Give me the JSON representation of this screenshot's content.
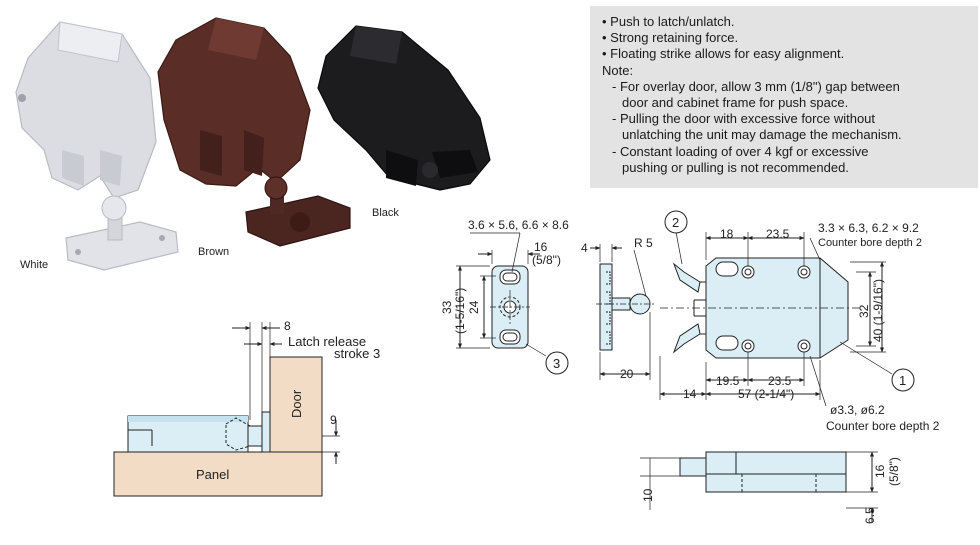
{
  "notes": {
    "bullets": [
      "• Push to latch/unlatch.",
      "• Strong retaining force.",
      "• Floating strike allows for easy alignment."
    ],
    "note_heading": "Note:",
    "sub_notes": [
      {
        "first": "- For overlay door, allow 3 mm (1/8\") gap between",
        "cont": "door and cabinet frame for push space."
      },
      {
        "first": "- Pulling the door with excessive force without",
        "cont": "unlatching the unit may damage the mechanism."
      },
      {
        "first": "- Constant loading of over 4 kgf or excessive",
        "cont": "pushing or pulling is not recommended."
      }
    ]
  },
  "colors": {
    "white_finish": "#dcdde3",
    "brown_finish": "#5a2d26",
    "black_finish": "#1c1c1f",
    "part_fill": "#dbeef5",
    "panel_fill": "#f2dcc6",
    "note_bg": "#e3e3e3"
  },
  "products": {
    "white_label": "White",
    "brown_label": "Brown",
    "black_label": "Black"
  },
  "install": {
    "dim_8": "8",
    "latch_release_line1": "Latch release",
    "latch_release_line2": "stroke 3",
    "door_label": "Door",
    "panel_label": "Panel",
    "dim_9": "9"
  },
  "front": {
    "top_dims": "3.6 × 5.6, 6.6 × 8.6",
    "dim_16": "16",
    "dim_16_in": "(5/8\")",
    "dim_33": "33",
    "dim_33_in": "(1-5/16\")",
    "dim_24": "24",
    "callout_3": "3"
  },
  "side": {
    "dim_4": "4",
    "radius": "R 5",
    "dim_20": "20"
  },
  "plan": {
    "callout_2": "2",
    "dim_18": "18",
    "dim_235_top": "23.5",
    "bore_top": "3.3 × 6.3, 6.2 × 9.2",
    "bore_top_depth": "Counter bore depth 2",
    "dim_32": "32",
    "dim_40": "40 (1-9/16\")",
    "dim_195": "19.5",
    "dim_235_bottom": "23.5",
    "dim_14": "14",
    "dim_57": "57 (2-1/4\")",
    "callout_1": "1",
    "bore_bottom": "ø3.3, ø6.2",
    "bore_bottom_depth": "Counter bore depth 2"
  },
  "elev": {
    "dim_10": "10",
    "dim_16": "16",
    "dim_16_in": "(5/8\")",
    "dim_65": "6.5"
  }
}
